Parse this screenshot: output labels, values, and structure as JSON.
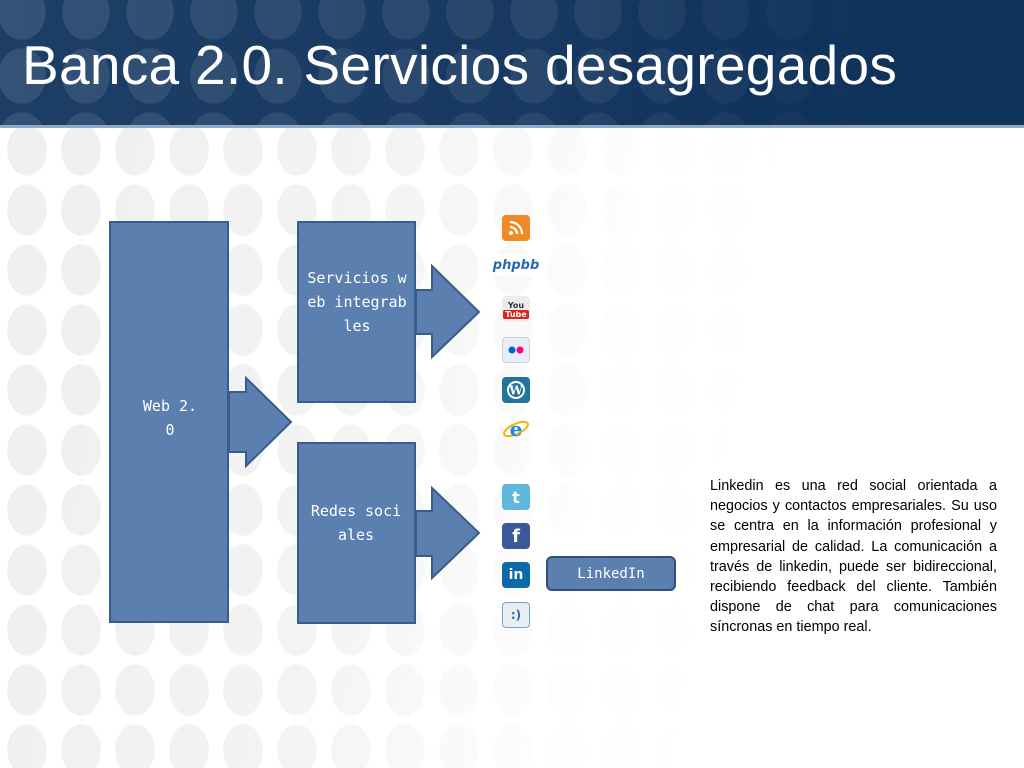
{
  "slide": {
    "title": "Banca 2.0. Servicios desagregados"
  },
  "diagram": {
    "main_box": "Web 2.0",
    "services_box": "Servicios web integrables",
    "social_box": "Redes sociales",
    "linkedin_button": "LinkedIn"
  },
  "service_icons": [
    {
      "name": "rss-icon",
      "color": "#f08a24"
    },
    {
      "name": "phpbb-icon",
      "color": "#2a6ab0",
      "text": "phpbb"
    },
    {
      "name": "youtube-icon",
      "color": "#d9261c",
      "text": "You Tube"
    },
    {
      "name": "flickr-icon",
      "color": "#e9eef4"
    },
    {
      "name": "wordpress-icon",
      "color": "#21759b"
    },
    {
      "name": "internet-explorer-icon",
      "color": "#1e88e5"
    }
  ],
  "social_icons": [
    {
      "name": "twitter-icon",
      "color": "#5fb8dc"
    },
    {
      "name": "facebook-icon",
      "color": "#3b5998"
    },
    {
      "name": "linkedin-icon",
      "color": "#0b6aa7"
    },
    {
      "name": "chat-icon",
      "color": "#e9eef4"
    }
  ],
  "description": "Linkedin es una red social orientada a negocios y contactos empresariales. Su uso se centra en la información profesional y empresarial de calidad. La comunicación a través de linkedin, puede ser bidireccional, recibiendo feedback del cliente.  También dispone de chat para comunicaciones síncronas en tiempo real."
}
